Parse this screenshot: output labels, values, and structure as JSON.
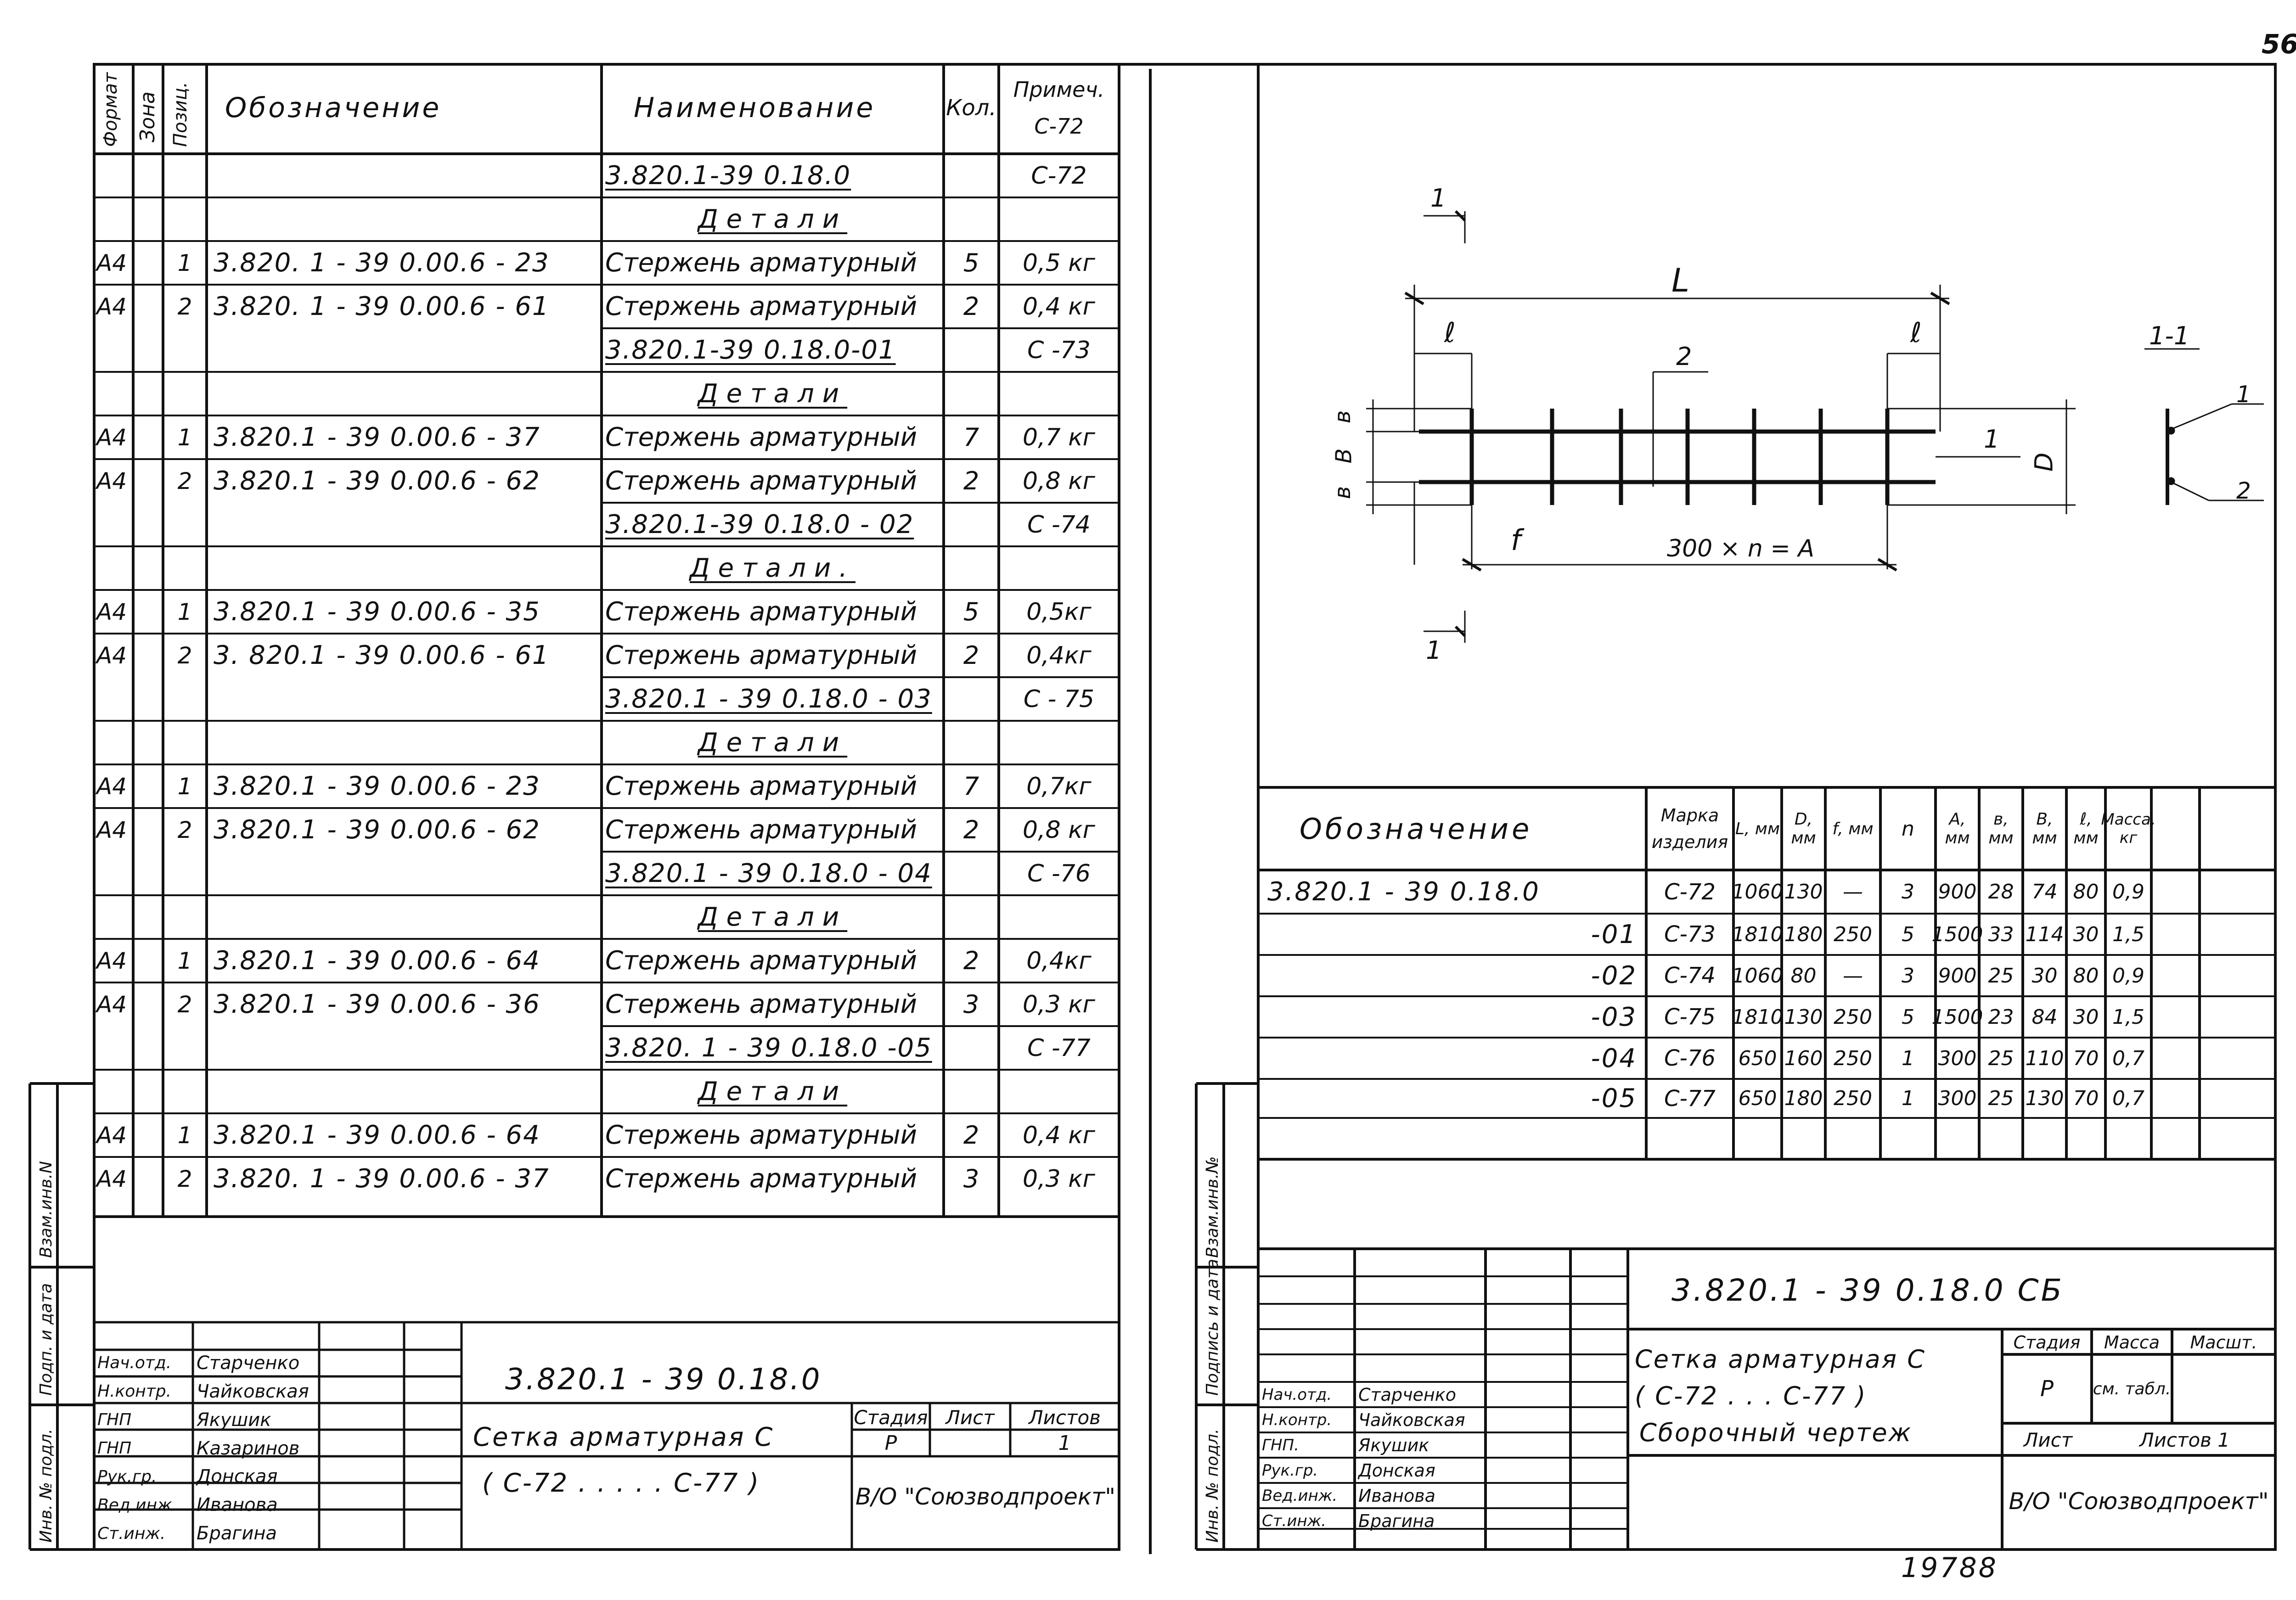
{
  "page_number": "56",
  "archive_number": "19788",
  "left_sheet": {
    "headers": {
      "format": "Формат",
      "zone": "Зона",
      "position": "Позиц.",
      "designation": "Обозначение",
      "name": "Наименование",
      "qty": "Кол.",
      "note": "Примеч.",
      "note_sub": "С-72"
    },
    "rows": [
      {
        "fmt": "",
        "pos": "",
        "des": "",
        "name": "3.820.1-39    0.18.0",
        "qty": "",
        "note": "С-72",
        "kind": "doc"
      },
      {
        "fmt": "",
        "pos": "",
        "des": "",
        "name": "Детали",
        "qty": "",
        "note": "",
        "kind": "section"
      },
      {
        "fmt": "А4",
        "pos": "1",
        "des": "3.820. 1 - 39     0.00.6 - 23",
        "name": "Стержень арматурный",
        "qty": "5",
        "note": "0,5 кг",
        "kind": "item"
      },
      {
        "fmt": "А4",
        "pos": "2",
        "des": "3.820. 1 - 39   0.00.6  - 61",
        "name": "Стержень арматурный",
        "qty": "2",
        "note": "0,4 кг",
        "kind": "item"
      },
      {
        "fmt": "",
        "pos": "",
        "des": "",
        "name": "3.820.1-39     0.18.0-01",
        "qty": "",
        "note": "С -73",
        "kind": "doc"
      },
      {
        "fmt": "",
        "pos": "",
        "des": "",
        "name": "Детали",
        "qty": "",
        "note": "",
        "kind": "section"
      },
      {
        "fmt": "А4",
        "pos": "1",
        "des": "3.820.1 - 39      0.00.6   - 37",
        "name": "Стержень арматурный",
        "qty": "7",
        "note": "0,7 кг",
        "kind": "item"
      },
      {
        "fmt": "А4",
        "pos": "2",
        "des": "3.820.1 - 39      0.00.6   -  62",
        "name": "Стержень арматурный",
        "qty": "2",
        "note": "0,8 кг",
        "kind": "item"
      },
      {
        "fmt": "",
        "pos": "",
        "des": "",
        "name": "3.820.1-39      0.18.0 - 02",
        "qty": "",
        "note": "С -74",
        "kind": "doc"
      },
      {
        "fmt": "",
        "pos": "",
        "des": "",
        "name": "Детали.",
        "qty": "",
        "note": "",
        "kind": "section"
      },
      {
        "fmt": "А4",
        "pos": "1",
        "des": "3.820.1 - 39      0.00.6  - 35",
        "name": "Стержень арматурный",
        "qty": "5",
        "note": "0,5кг",
        "kind": "item"
      },
      {
        "fmt": "А4",
        "pos": "2",
        "des": "3. 820.1 - 39      0.00.6  -  61",
        "name": "Стержень арматурный",
        "qty": "2",
        "note": "0,4кг",
        "kind": "item"
      },
      {
        "fmt": "",
        "pos": "",
        "des": "",
        "name": "3.820.1 - 39   0.18.0 - 03",
        "qty": "",
        "note": "С - 75",
        "kind": "doc"
      },
      {
        "fmt": "",
        "pos": "",
        "des": "",
        "name": "Детали",
        "qty": "",
        "note": "",
        "kind": "section"
      },
      {
        "fmt": "А4",
        "pos": "1",
        "des": "3.820.1 - 39     0.00.6  - 23",
        "name": "Стержень арматурный",
        "qty": "7",
        "note": "0,7кг",
        "kind": "item"
      },
      {
        "fmt": "А4",
        "pos": "2",
        "des": "3.820.1 - 39     0.00.6  - 62",
        "name": "Стержень арматурный",
        "qty": "2",
        "note": "0,8 кг",
        "kind": "item"
      },
      {
        "fmt": "",
        "pos": "",
        "des": "",
        "name": "3.820.1 - 39    0.18.0 - 04",
        "qty": "",
        "note": "С -76",
        "kind": "doc"
      },
      {
        "fmt": "",
        "pos": "",
        "des": "",
        "name": "Детали",
        "qty": "",
        "note": "",
        "kind": "section"
      },
      {
        "fmt": "А4",
        "pos": "1",
        "des": "3.820.1 - 39      0.00.6  - 64",
        "name": "Стержень арматурный",
        "qty": "2",
        "note": "0,4кг",
        "kind": "item"
      },
      {
        "fmt": "А4",
        "pos": "2",
        "des": "3.820.1 - 39      0.00.6  - 36",
        "name": "Стержень арматурный",
        "qty": "3",
        "note": "0,3 кг",
        "kind": "item"
      },
      {
        "fmt": "",
        "pos": "",
        "des": "",
        "name": "3.820. 1 - 39    0.18.0 -05",
        "qty": "",
        "note": "С -77",
        "kind": "doc"
      },
      {
        "fmt": "",
        "pos": "",
        "des": "",
        "name": "Детали",
        "qty": "",
        "note": "",
        "kind": "section"
      },
      {
        "fmt": "А4",
        "pos": "1",
        "des": "3.820.1 - 39   0.00.6 - 64",
        "name": "Стержень арматурный",
        "qty": "2",
        "note": "0,4 кг",
        "kind": "item"
      },
      {
        "fmt": "А4",
        "pos": "2",
        "des": "3.820. 1 - 39   0.00.6 - 37",
        "name": "Стержень арматурный",
        "qty": "3",
        "note": "0,3 кг",
        "kind": "item"
      }
    ],
    "side_labels": [
      "Взам.инв.N",
      "Подп. и дата",
      "Инв. № подл."
    ],
    "title_block": {
      "roles": [
        "Нач.отд.",
        "Н.контр.",
        "ГНП",
        "ГНП",
        "Рук.гр.",
        "Вед.инж.",
        "Ст.инж."
      ],
      "names": [
        "Старченко",
        "Чайковская",
        "Якушик",
        "Казаринов",
        "Донская",
        "Иванова",
        "Брагина"
      ],
      "doc_code": "3.820.1 - 39   0.18.0",
      "title_line1": "Сетка  арматурная  С",
      "title_line2": "( С-72 . . . . .  С-77 )",
      "stage_label": "Стадия",
      "sheet_label": "Лист",
      "sheets_label": "Листов",
      "stage": "Р",
      "sheets": "1",
      "org": "В/О \"Союзводпроект\""
    }
  },
  "right_sheet": {
    "drawing": {
      "section_mark": "1",
      "section_title": "1-1",
      "label_L": "L",
      "label_l": "ℓ",
      "label_f": "f",
      "label_b": "в",
      "label_B": "В",
      "label_D": "D",
      "pos1": "1",
      "pos2": "2",
      "dim_A": "300 × n = A"
    },
    "table": {
      "headers": {
        "designation": "Обозначение",
        "mark": "Марка изделия",
        "L": "L, мм",
        "D": "D, мм",
        "f": "f, мм",
        "n": "n",
        "A": "А, мм",
        "b": "в, мм",
        "B": "В, мм",
        "l": "ℓ, мм",
        "mass": "Масса, кг"
      },
      "rows": [
        {
          "des": "3.820.1 - 39    0.18.0",
          "mark": "С-72",
          "L": "1060",
          "D": "130",
          "f": "—",
          "n": "3",
          "A": "900",
          "b": "28",
          "B": "74",
          "l": "80",
          "mass": "0,9"
        },
        {
          "des": "-01",
          "mark": "С-73",
          "L": "1810",
          "D": "180",
          "f": "250",
          "n": "5",
          "A": "1500",
          "b": "33",
          "B": "114",
          "l": "30",
          "mass": "1,5"
        },
        {
          "des": "-02",
          "mark": "С-74",
          "L": "1060",
          "D": "80",
          "f": "—",
          "n": "3",
          "A": "900",
          "b": "25",
          "B": "30",
          "l": "80",
          "mass": "0,9"
        },
        {
          "des": "-03",
          "mark": "С-75",
          "L": "1810",
          "D": "130",
          "f": "250",
          "n": "5",
          "A": "1500",
          "b": "23",
          "B": "84",
          "l": "30",
          "mass": "1,5"
        },
        {
          "des": "-04",
          "mark": "С-76",
          "L": "650",
          "D": "160",
          "f": "250",
          "n": "1",
          "A": "300",
          "b": "25",
          "B": "110",
          "l": "70",
          "mass": "0,7"
        },
        {
          "des": "-05",
          "mark": "С-77",
          "L": "650",
          "D": "180",
          "f": "250",
          "n": "1",
          "A": "300",
          "b": "25",
          "B": "130",
          "l": "70",
          "mass": "0,7"
        }
      ]
    },
    "side_labels": [
      "Взам.инв.№",
      "Подпись и дата",
      "Инв. № подл."
    ],
    "title_block": {
      "doc_code": "3.820.1 - 39    0.18.0 СБ",
      "title_line1": "Сетка  арматурная  С",
      "title_line2": "( С-72 . . .  С-77 )",
      "title_line3": "Сборочный    чертеж",
      "roles": [
        "Нач.отд.",
        "Н.контр.",
        "ГНП.",
        "Рук.гр.",
        "Вед.инж.",
        "Ст.инж."
      ],
      "names": [
        "Старченко",
        "Чайковская",
        "Якушик",
        "Донская",
        "Иванова",
        "Брагина"
      ],
      "stage_label": "Стадия",
      "mass_label": "Масса",
      "scale_label": "Масшт.",
      "stage": "Р",
      "mass_note": "см. табл.",
      "sheet_label": "Лист",
      "sheets_label": "Листов 1",
      "org": "В/О \"Союзводпроект\""
    }
  }
}
